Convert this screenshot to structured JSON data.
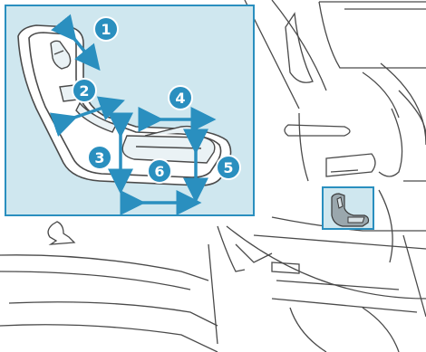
{
  "colors": {
    "inset_background": "#cfe7ef",
    "inset_border": "#2a8fbf",
    "accent": "#2a8fbf",
    "line_art": "#4a4a4a",
    "badge_text": "#ffffff"
  },
  "callouts": [
    {
      "label": "1",
      "meaning": "seat-backrest-angle"
    },
    {
      "label": "2",
      "meaning": "seat-fore-aft"
    },
    {
      "label": "3",
      "meaning": "seat-height"
    },
    {
      "label": "4",
      "meaning": "seat-cushion-length"
    },
    {
      "label": "5",
      "meaning": "seat-cushion-tilt"
    },
    {
      "label": "6",
      "meaning": "seat-cushion-fore-aft"
    }
  ],
  "icons": {
    "seat_switch": "seat-adjustment-switch-icon",
    "door_lock_knob": "door-lock-knob-icon"
  }
}
